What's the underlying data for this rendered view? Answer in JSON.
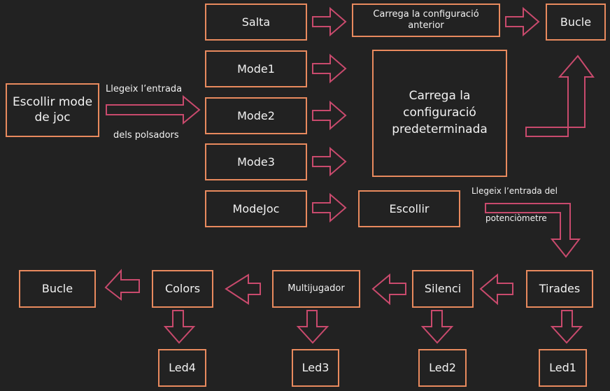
{
  "colors": {
    "background": "#222222",
    "box_border": "#e98a5e",
    "arrow_stroke": "#c94a6d",
    "text": "#f2f2f2"
  },
  "start": {
    "label": "Escollir mode de joc"
  },
  "input_label": {
    "line1": "Llegeix l’entrada",
    "line2": "dels polsadors"
  },
  "modes": [
    {
      "label": "Salta"
    },
    {
      "label": "Mode1"
    },
    {
      "label": "Mode2"
    },
    {
      "label": "Mode3"
    },
    {
      "label": "ModeJoc"
    }
  ],
  "load_previous": {
    "label": "Carrega la configuració anterior"
  },
  "load_default": {
    "label": "Carrega la configuració predeterminada"
  },
  "loop_top": {
    "label": "Bucle"
  },
  "choose": {
    "label": "Escollir"
  },
  "pot_label": {
    "line1": "Llegeix l’entrada del",
    "line2": "potenciòmetre"
  },
  "settings_row": [
    {
      "label": "Tirades",
      "led": "Led1"
    },
    {
      "label": "Silenci",
      "led": "Led2"
    },
    {
      "label": "Multijugador",
      "led": "Led3"
    },
    {
      "label": "Colors",
      "led": "Led4"
    }
  ],
  "loop_bottom": {
    "label": "Bucle"
  }
}
